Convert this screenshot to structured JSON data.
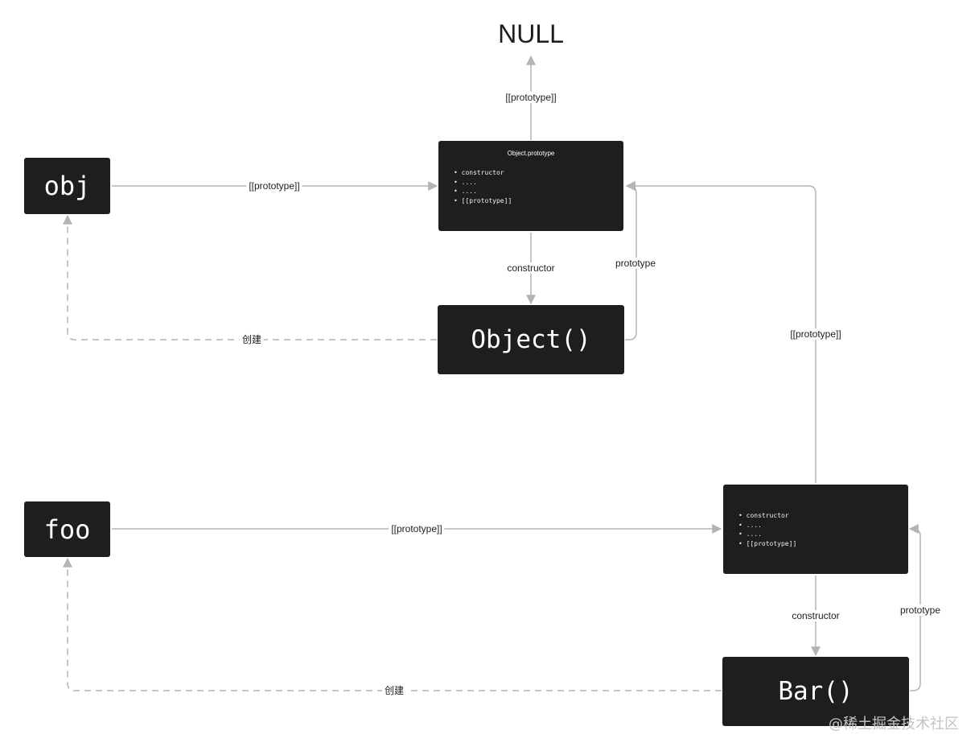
{
  "null_label": "NULL",
  "nodes": {
    "obj": "obj",
    "foo": "foo",
    "object_fn": "Object()",
    "bar_fn": "Bar()",
    "object_prototype": {
      "title": "Object.prototype",
      "items": [
        "constructor",
        "....",
        "....",
        "[[prototype]]"
      ]
    },
    "bar_prototype": {
      "items": [
        "constructor",
        "....",
        "....",
        "[[prototype]]"
      ]
    }
  },
  "edges": {
    "objproto_to_null": "[[prototype]]",
    "obj_to_objproto": "[[prototype]]",
    "objproto_constructor": "constructor",
    "objectfn_prototype": "prototype",
    "objectfn_creates_obj": "创建",
    "barproto_to_objproto": "[[prototype]]",
    "foo_to_barproto": "[[prototype]]",
    "barproto_constructor": "constructor",
    "barfn_prototype": "prototype",
    "barfn_creates_foo": "创建"
  },
  "colors": {
    "box_fill": "#1e1e1e",
    "edge": "#b4b4b4",
    "text": "#1e1e1e"
  },
  "watermark": "@稀土掘金技术社区"
}
